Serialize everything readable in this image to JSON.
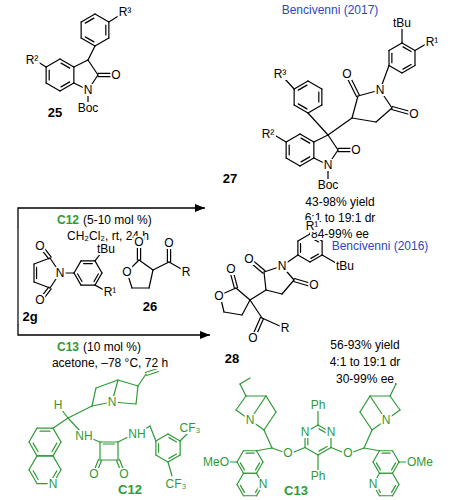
{
  "diagram": {
    "nodes": [
      {
        "text": [
          "25"
        ]
      },
      {
        "text": [
          "27"
        ]
      },
      {
        "text": [
          "2g"
        ]
      },
      {
        "text": [
          "26"
        ]
      },
      {
        "text": [
          "28"
        ]
      },
      {
        "text": [
          "C12"
        ]
      },
      {
        "text": [
          "C13"
        ]
      }
    ],
    "edges": [
      {
        "from": 2,
        "to": 1,
        "arrow": "to"
      },
      {
        "from": 2,
        "to": 4,
        "arrow": "to"
      }
    ],
    "labels": [
      "Bencivenni (2017)",
      "R³",
      "R²",
      "O",
      "N",
      "Boc",
      "R³",
      "O",
      "tBu",
      "N",
      "R¹",
      "O",
      "R²",
      "O",
      "N",
      "Boc",
      "C12",
      "(5-10 mol %)",
      "CH₂Cl₂, rt, 24 h",
      "43-98% yield",
      "6:1 to 19:1 dr",
      "84-99% ee",
      "O",
      "N",
      "O",
      "tBu",
      "R¹",
      "Bencivenni (2016)",
      "O",
      "O",
      "O",
      "R",
      "C13",
      "(10 mol %)",
      "acetone, –78 °C, 72 h",
      "O",
      "O",
      "O",
      "N",
      "R¹",
      "tBu",
      "O",
      "O",
      "R",
      "56-93% yield",
      "4:1 to 19:1 dr",
      "30-99% ee",
      "H",
      "N",
      "NH",
      "NH",
      "CF₃",
      "O",
      "O",
      "CF₃",
      "N",
      "Ph",
      "N",
      "N",
      "O",
      "O",
      "Ph",
      "N",
      "N",
      "MeO",
      "OMe",
      "N",
      "N"
    ]
  }
}
